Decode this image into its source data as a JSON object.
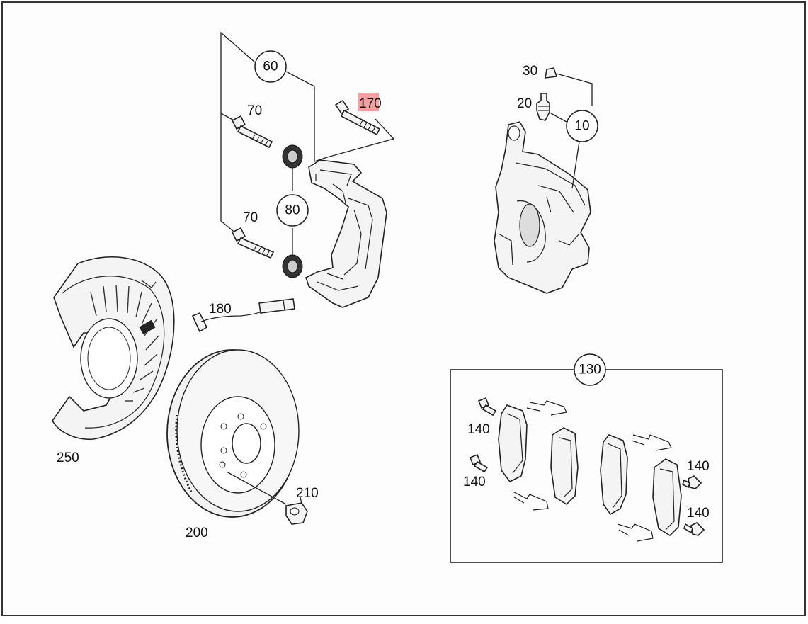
{
  "diagram": {
    "highlight_color": "#f4a0a0",
    "callouts": {
      "c10": "10",
      "c20": "20",
      "c30": "30",
      "c60": "60",
      "c70_top": "70",
      "c70_bottom": "70",
      "c80": "80",
      "c130": "130",
      "c140_a": "140",
      "c140_b": "140",
      "c140_c": "140",
      "c140_d": "140",
      "c170": "170",
      "c180": "180",
      "c200": "200",
      "c210": "210",
      "c250": "250"
    }
  }
}
